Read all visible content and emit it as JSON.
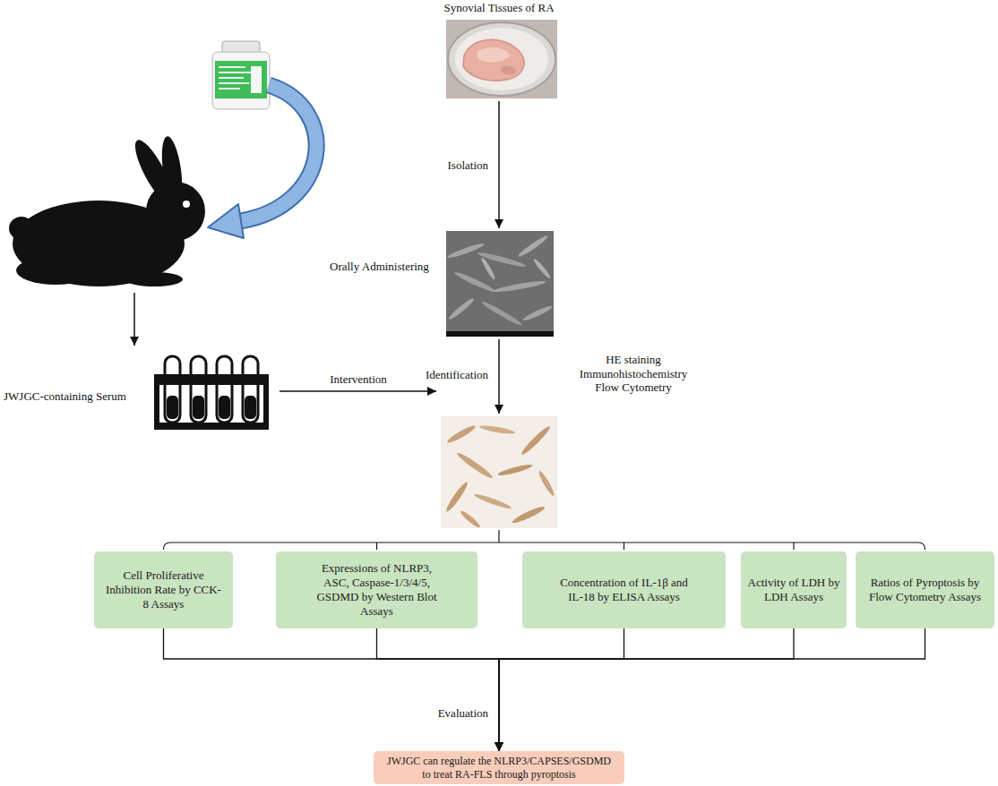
{
  "diagram": {
    "nodes": [
      {
        "text": [
          "Cell Proliferative Inhibition Rate by CCK-8 Assays"
        ]
      },
      {
        "text": [
          "Expressions of NLRP3, ASC, Caspase-1/3/4/5, GSDMD by Western Blot Assays"
        ]
      },
      {
        "text": [
          "Concentration of IL-1β and IL-18 by ELISA Assays"
        ]
      },
      {
        "text": [
          "Activity of LDH by LDH Assays"
        ]
      },
      {
        "text": [
          "Ratios of Pyroptosis by Flow Cytometry Assays"
        ]
      },
      {
        "text": [
          "JWJGC can regulate the NLRP3/CAPSES/GSDMD to treat RA-FLS through pyroptosis"
        ]
      }
    ],
    "edges": [
      {
        "from": 0,
        "to": 5,
        "arrow": "to"
      },
      {
        "from": 1,
        "to": 5,
        "arrow": "to"
      },
      {
        "from": 2,
        "to": 5,
        "arrow": "to"
      },
      {
        "from": 3,
        "to": 5,
        "arrow": "to"
      },
      {
        "from": 4,
        "to": 5,
        "arrow": "to"
      }
    ],
    "labels": [
      "Synovial Tissues of RA",
      "Isolation",
      "Orally Administering",
      "Identification",
      "HE staining Immunohistochemistry Flow Cytometry",
      "JWJGC-containing Serum",
      "Intervention",
      "Evaluation"
    ]
  }
}
